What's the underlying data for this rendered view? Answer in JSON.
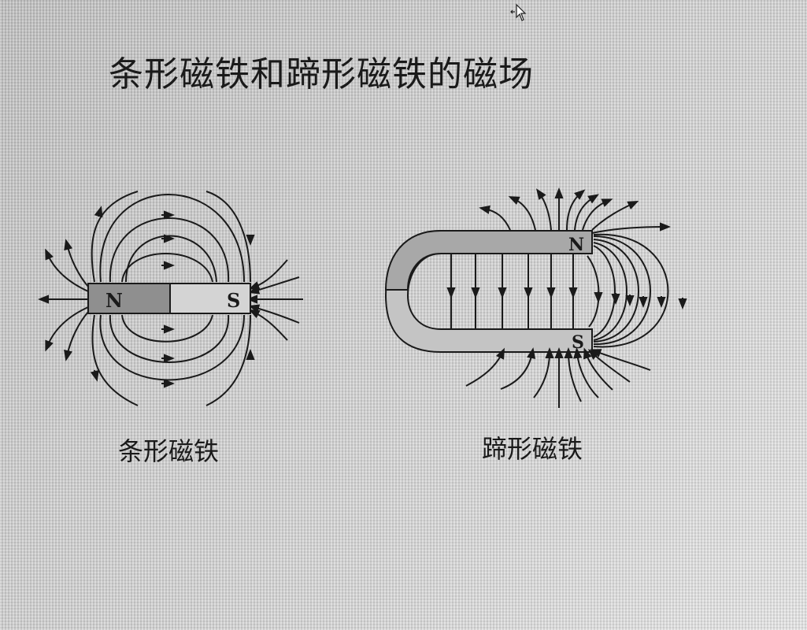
{
  "slide": {
    "title": "条形磁铁和蹄形磁铁的磁场"
  },
  "diagrams": {
    "bar_magnet": {
      "caption": "条形磁铁",
      "north_label": "N",
      "south_label": "S"
    },
    "horseshoe_magnet": {
      "caption": "蹄形磁铁",
      "north_label": "N",
      "south_label": "S"
    }
  },
  "icons": {
    "cursor": "move-cursor-icon"
  },
  "colors": {
    "line": "#1a1a1a",
    "north_fill": "#8f8f8f",
    "south_fill": "#d4d4d4",
    "horseshoe_fill": "#b0b0b0"
  }
}
